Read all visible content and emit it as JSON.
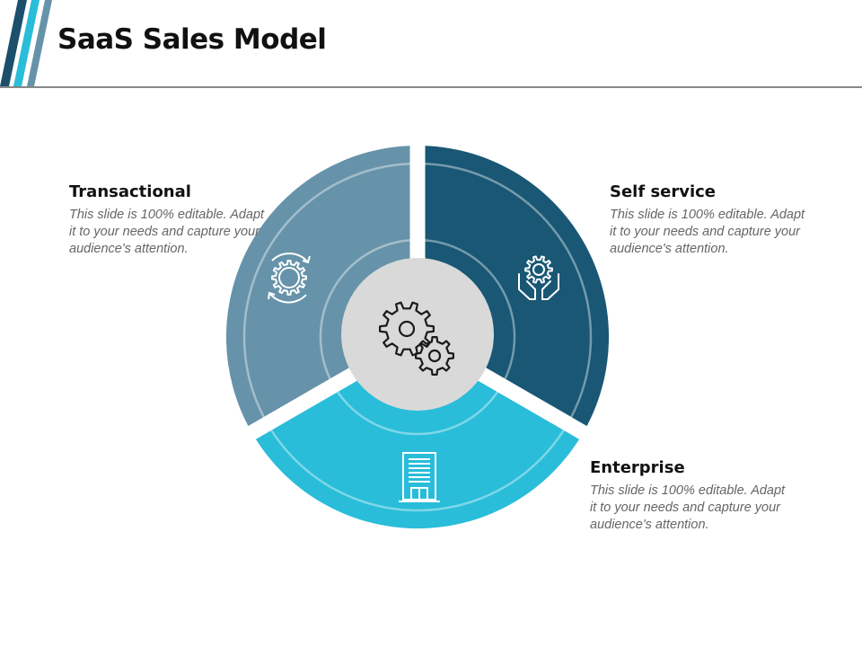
{
  "title": "SaaS Sales Model",
  "colors": {
    "transactional": "#6693A9",
    "self_service": "#195774",
    "enterprise": "#29BDD9",
    "center": "#D9D9D9",
    "stripe_dark": "#1B4F6B",
    "stripe_light": "#29BDD9"
  },
  "segments": [
    {
      "title": "Transactional",
      "body": "This slide is 100% editable. Adapt it to your needs and capture your audience's attention.",
      "icon": "gear-cycle-icon"
    },
    {
      "title": "Self service",
      "body": "This slide is 100% editable. Adapt it to your needs and capture your audience's attention.",
      "icon": "hands-gear-icon"
    },
    {
      "title": "Enterprise",
      "body": "This slide is 100% editable. Adapt it to your needs and capture your audience's attention.",
      "icon": "office-building-icon"
    }
  ],
  "center_icon": "gears-icon"
}
